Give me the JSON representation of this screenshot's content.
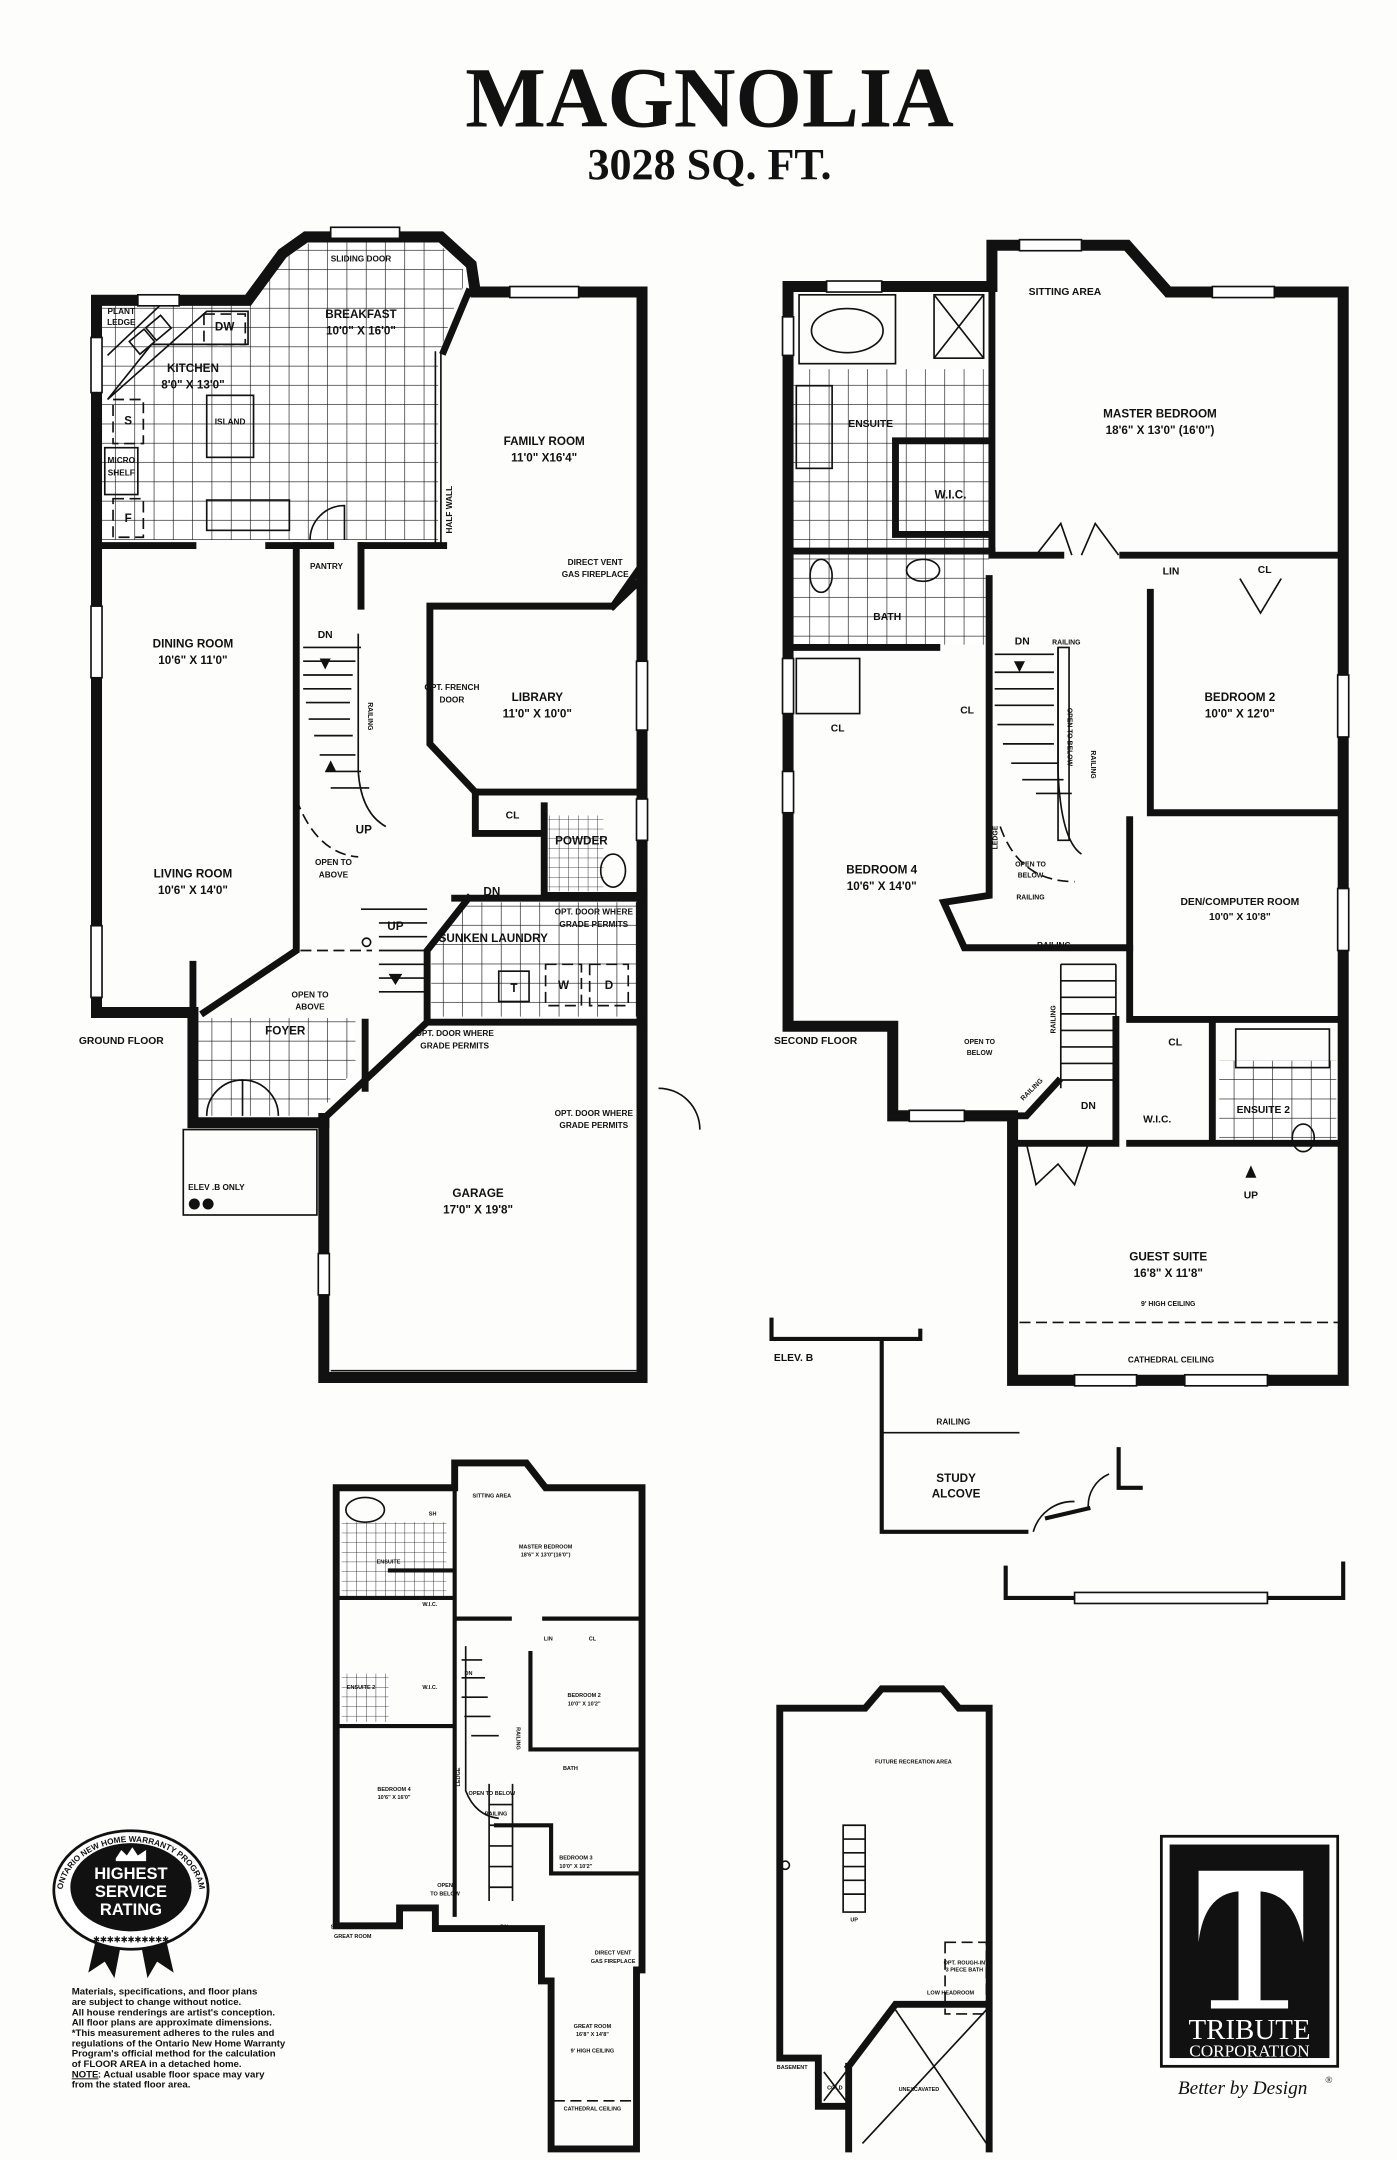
{
  "header": {
    "title": "MAGNOLIA",
    "area": "3028 SQ. FT."
  },
  "ground_floor": {
    "labels": [
      "SLIDING DOOR",
      "BREAKFAST",
      "10'0\" X 16'0\"",
      "PLANT",
      "LEDGE",
      "DW",
      "KITCHEN",
      "8'0\" X 13'0\"",
      "S",
      "ISLAND",
      "MICRO",
      "SHELF",
      "F",
      "FAMILY ROOM",
      "11'0\" X16'4\"",
      "HALF WALL",
      "PANTRY",
      "DIRECT VENT",
      "GAS FIREPLACE",
      "DN",
      "DINING ROOM",
      "10'6\" X 11'0\"",
      "RAILING",
      "OPT. FRENCH",
      "DOOR",
      "LIBRARY",
      "11'0\" X 10'0\"",
      "CL",
      "UP",
      "POWDER",
      "OPEN TO",
      "ABOVE",
      "LIVING ROOM",
      "10'6\" X 14'0\"",
      "DN",
      "OPT. DOOR WHERE",
      "GRADE PERMITS",
      "UP",
      "SUNKEN LAUNDRY",
      "T",
      "W",
      "D",
      "OPEN TO",
      "ABOVE",
      "FOYER",
      "GROUND FLOOR",
      "OPT. DOOR WHERE",
      "GRADE PERMITS",
      "OPT. DOOR WHERE",
      "GRADE PERMITS",
      "GARAGE",
      "17'0\" X 19'8\"",
      "ELEV .B ONLY"
    ]
  },
  "second_floor": {
    "labels": [
      "SITTING AREA",
      "ENSUITE",
      "MASTER BEDROOM",
      "18'6\" X 13'0\" (16'0\")",
      "W.I.C.",
      "LIN",
      "CL",
      "BATH",
      "DN",
      "RAILING",
      "OPEN TO BELOW",
      "CL",
      "CL",
      "BEDROOM 2",
      "10'0\" X 12'0\"",
      "RAILING",
      "LEDGE",
      "OPEN TO",
      "BELOW",
      "BEDROOM 4",
      "10'6\" X 14'0\"",
      "RAILING",
      "DEN/COMPUTER ROOM",
      "10'0\" X 10'8\"",
      "RAILING",
      "RAILING",
      "OPEN TO",
      "BELOW",
      "SECOND FLOOR",
      "CL",
      "RAILING",
      "DN",
      "W.I.C.",
      "ENSUITE 2",
      "UP",
      "GUEST SUITE",
      "16'8\" X 11'8\"",
      "9' HIGH CEILING",
      "CATHEDRAL CEILING",
      "ELEV. B",
      "RAILING",
      "STUDY",
      "ALCOVE"
    ]
  },
  "alt_second_floor": {
    "labels": [
      "SITTING AREA",
      "SH",
      "MASTER BEDROOM",
      "18'6\" X 13'0\"(16'0\")",
      "ENSUITE",
      "W.I.C.",
      "LIN",
      "CL",
      "W.I.C.",
      "ENSUITE 2",
      "DN",
      "BEDROOM 2",
      "10'0\" X 10'2\"",
      "BATH",
      "BEDROOM 4",
      "10'6\" X 16'0\"",
      "LEDGE",
      "OPEN TO BELOW",
      "RAILING",
      "RAILING",
      "BEDROOM 3",
      "10'0\" X 10'2\"",
      "SECOND FLOOR",
      "GREAT ROOM",
      "OPEN",
      "TO BELOW",
      "DN",
      "DIRECT VENT",
      "GAS FIREPLACE",
      "GREAT ROOM",
      "16'8\" X 14'8\"",
      "9' HIGH CEILING",
      "CATHEDRAL CEILING"
    ]
  },
  "basement": {
    "labels": [
      "FUTURE RECREATION AREA",
      "UP",
      "OPT. ROUGH-IN",
      "3 PIECE BATH",
      "LOW HEADROOM",
      "BASEMENT",
      "COLD",
      "UNEXCAVATED"
    ]
  },
  "badge": {
    "arc_text": "ONTARIO NEW HOME WARRANTY PROGRAM",
    "line1": "HIGHEST",
    "line2": "SERVICE",
    "line3": "RATING"
  },
  "disclaimer": [
    "Materials, specifications, and floor plans",
    "are subject to change without notice.",
    "All house renderings are artist's conception.",
    "All floor plans are approximate dimensions.",
    "*This measurement adheres to the rules and",
    "regulations of the Ontario New Home Warranty",
    "Program's official method for the calculation",
    "of FLOOR AREA in a detached home.",
    "NOTE",
    ": Actual usable floor space may vary",
    "from the stated floor area."
  ],
  "logo": {
    "monogram": "T",
    "name": "TRIBUTE",
    "sub": "CORPORATION",
    "tagline": "Better by Design",
    "reg": "®"
  }
}
